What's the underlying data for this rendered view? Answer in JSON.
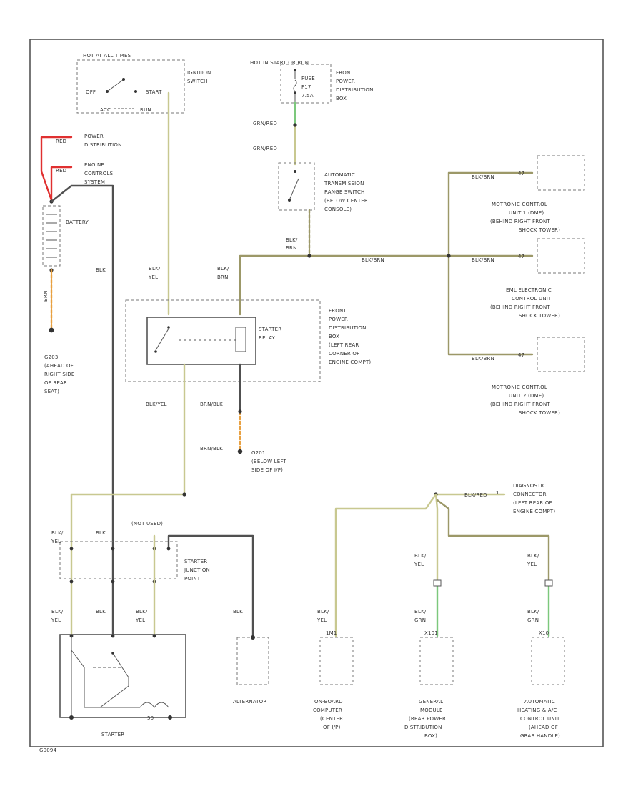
{
  "colors": {
    "red": "#e03030",
    "black": "#505050",
    "yellow_tan": "#c8c890",
    "olive": "#9c9868",
    "green": "#7cc87c",
    "gray": "#777777",
    "orange": "#e8a040"
  },
  "ignition_switch": {
    "header": "HOT AT ALL TIMES",
    "label_line1": "IGNITION",
    "label_line2": "SWITCH",
    "pos_off": "OFF",
    "pos_start": "START",
    "pos_acc": "ACC",
    "pos_run": "RUN"
  },
  "fuse_box": {
    "header": "HOT IN START OR RUN",
    "fuse_line1": "FUSE",
    "fuse_line2": "F17",
    "fuse_line3": "7.5A",
    "label_line1": "FRONT",
    "label_line2": "POWER",
    "label_line3": "DISTRIBUTION",
    "label_line4": "BOX"
  },
  "power_dist": {
    "wire": "RED",
    "line1": "POWER",
    "line2": "DISTRIBUTION"
  },
  "ecu_top": {
    "wire": "RED",
    "line1": "ENGINE",
    "line2": "CONTROLS",
    "line3": "SYSTEM"
  },
  "battery": {
    "label": "BATTERY",
    "ground_wire": "BRN"
  },
  "g203": {
    "line1": "G203",
    "line2": "(AHEAD OF",
    "line3": "RIGHT SIDE",
    "line4": "OF REAR",
    "line5": "SEAT)"
  },
  "range_switch": {
    "line1": "AUTOMATIC",
    "line2": "TRANSMISSION",
    "line3": "RANGE SWITCH",
    "line4": "(BELOW CENTER",
    "line5": "CONSOLE)",
    "wire_in_a": "GRN/RED",
    "wire_in_b": "GRN/RED",
    "wire_out_1": "BLK/",
    "wire_out_2": "BRN"
  },
  "starter_relay": {
    "line1": "STARTER",
    "line2": "RELAY",
    "wire_left_1": "BLK/",
    "wire_left_2": "YEL",
    "wire_right_1": "BLK/",
    "wire_right_2": "BRN",
    "wire_bottom": "BLK/YEL",
    "wire_ground_a": "BRN/BLK",
    "wire_ground_b": "BRN/BLK"
  },
  "front_dist_box": {
    "line1": "FRONT",
    "line2": "POWER",
    "line3": "DISTRIBUTION",
    "line4": "BOX",
    "line5": "(LEFT REAR",
    "line6": "CORNER OF",
    "line7": "ENGINE COMPT)"
  },
  "bus_wire": "BLK/BRN",
  "motronic1": {
    "wire": "BLK/BRN",
    "pin": "47",
    "line1": "MOTRONIC CONTROL",
    "line2": "UNIT 1 (DME)",
    "line3": "(BEHIND RIGHT FRONT",
    "line4": "SHOCK TOWER)"
  },
  "eml": {
    "wire": "BLK/BRN",
    "pin": "47",
    "line1": "EML ELECTRONIC",
    "line2": "CONTROL UNIT",
    "line3": "(BEHIND RIGHT FRONT",
    "line4": "SHOCK TOWER)"
  },
  "motronic2": {
    "wire": "BLK/BRN",
    "pin": "47",
    "line1": "MOTRONIC CONTROL",
    "line2": "UNIT 2 (DME)",
    "line3": "(BEHIND RIGHT FRONT",
    "line4": "SHOCK TOWER)"
  },
  "g201": {
    "line1": "G201",
    "line2": "(BELOW LEFT",
    "line3": "SIDE OF I/P)"
  },
  "wire_blk_left": "BLK",
  "diag": {
    "wire": "BLK/RED",
    "pin": "1",
    "line1": "DIAGNOSTIC",
    "line2": "CONNECTOR",
    "line3": "(LEFT REAR OF",
    "line4": "ENGINE COMPT)"
  },
  "junction": {
    "not_used": "(NOT USED)",
    "line1": "STARTER",
    "line2": "JUNCTION",
    "line3": "POINT",
    "w1_a": "BLK/",
    "w1_b": "YEL",
    "w2": "BLK",
    "w3_a": "BLK/",
    "w3_b": "YEL",
    "w4": "BLK",
    "w5_a": "BLK/",
    "w5_b": "YEL"
  },
  "starter": {
    "label": "STARTER",
    "pin_50": "50"
  },
  "alternator": {
    "wire": "BLK",
    "label": "ALTERNATOR"
  },
  "obc": {
    "wire_a": "BLK/",
    "wire_b": "YEL",
    "pin": "1M1",
    "line1": "ON-BOARD",
    "line2": "COMPUTER",
    "line3": "(CENTER",
    "line4": "OF I/P)"
  },
  "gm": {
    "wire_top_a": "BLK/",
    "wire_top_b": "YEL",
    "wire_bot_a": "BLK/",
    "wire_bot_b": "GRN",
    "pin": "X101",
    "line1": "GENERAL",
    "line2": "MODULE",
    "line3": "(REAR POWER",
    "line4": "DISTRIBUTION",
    "line5": "BOX)"
  },
  "hvac": {
    "wire_top_a": "BLK/",
    "wire_top_b": "YEL",
    "wire_bot_a": "BLK/",
    "wire_bot_b": "GRN",
    "pin": "X10",
    "line1": "AUTOMATIC",
    "line2": "HEATING & A/C",
    "line3": "CONTROL UNIT",
    "line4": "(AHEAD OF",
    "line5": "GRAB HANDLE)"
  },
  "figure_code": "G0094"
}
